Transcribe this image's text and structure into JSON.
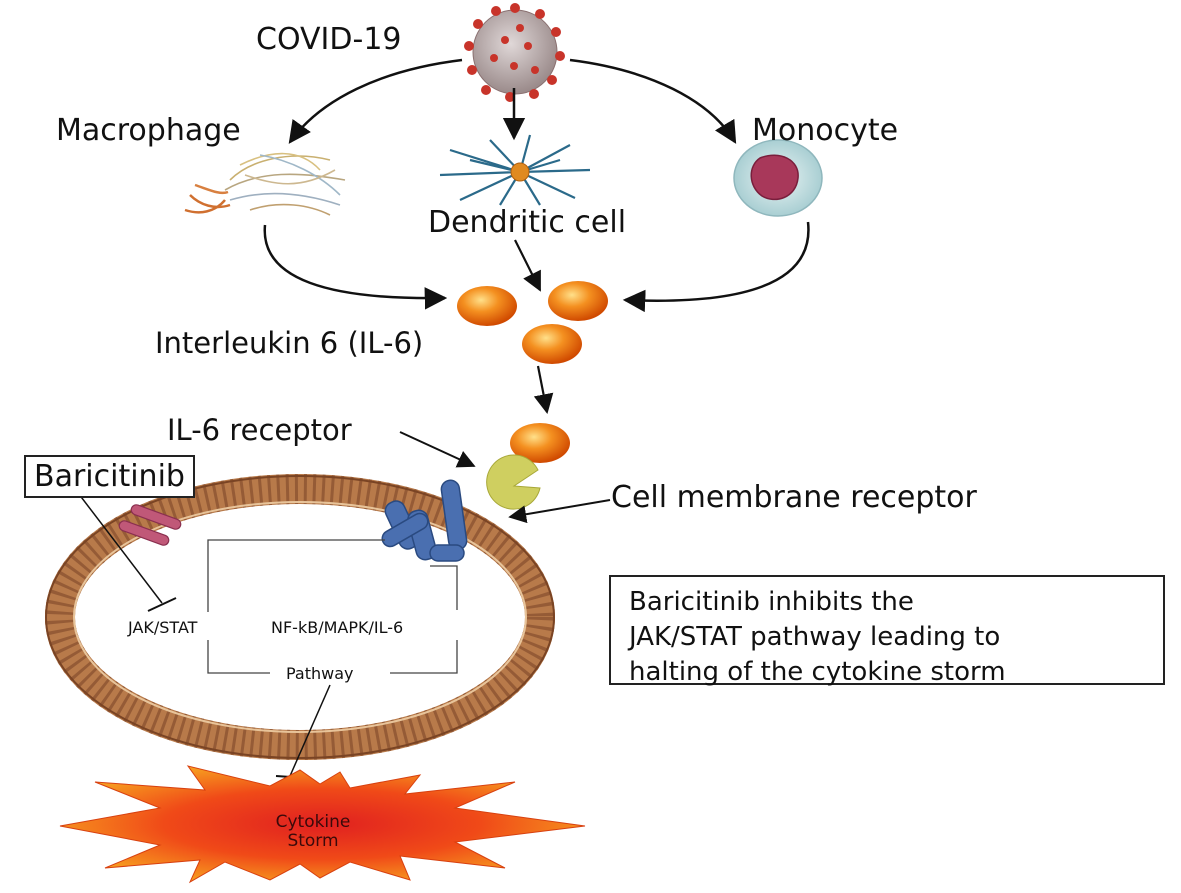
{
  "labels": {
    "virus": "COVID-19",
    "macrophage": "Macrophage",
    "dendritic": "Dendritic cell",
    "monocyte": "Monocyte",
    "interleukin": "Interleukin 6 (IL-6)",
    "il6_receptor": "IL-6 receptor",
    "drug": "Baricitinib",
    "membrane_receptor": "Cell membrane receptor",
    "jak_stat": "JAK/STAT",
    "nfkb": "NF-kB/MAPK/IL-6",
    "pathway": "Pathway",
    "storm_line1": "Cytokine",
    "storm_line2": "Storm"
  },
  "description": {
    "line1": "Baricitinib inhibits the",
    "line2": "JAK/STAT pathway leading to",
    "line3": "halting of the cytokine storm"
  },
  "colors": {
    "il6_ball": "#f07a10",
    "membrane": "#b07a4c",
    "receptor": "#4a6fb0",
    "il6_receptor": "#cfcf60",
    "drug_channel": "#c05878",
    "storm": "#f25a1e"
  }
}
